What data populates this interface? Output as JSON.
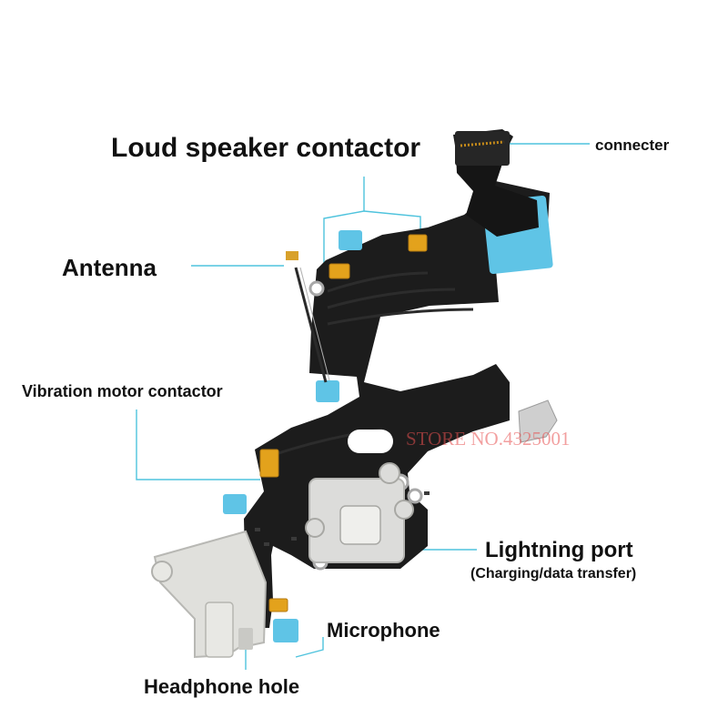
{
  "labels": {
    "loud_speaker": "Loud speaker contactor",
    "connecter": "connecter",
    "antenna": "Antenna",
    "vibration_motor": "Vibration motor contactor",
    "lightning_port": "Lightning port",
    "lightning_port_sub": "(Charging/data transfer)",
    "microphone": "Microphone",
    "headphone_hole": "Headphone hole"
  },
  "watermark": "STORE NO.4325001",
  "colors": {
    "background": "#ffffff",
    "leader_line": "#4ec3dd",
    "flex_cable": "#1c1c1c",
    "stiffener_blue": "#5fc4e6",
    "gold_pad": "#e3a21c",
    "port_housing": "#dcdcda",
    "watermark": "#e85050"
  }
}
